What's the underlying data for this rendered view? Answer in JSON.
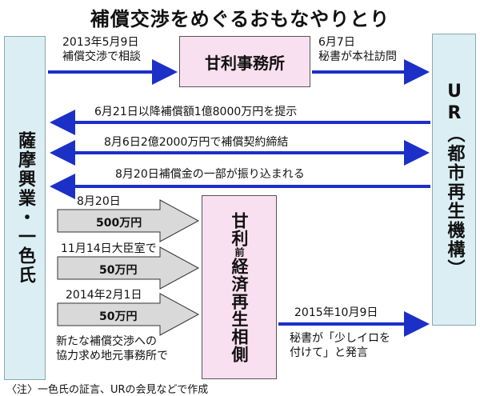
{
  "title": "補償交渉をめぐるおもなやりとり",
  "left_entity": "薩摩興業・一色氏",
  "right_entity": "UR（都市再生機構）",
  "center_top": "甘利事務所",
  "center_bottom": {
    "line1": "甘利",
    "small": "前",
    "line2": "経済再生相側"
  },
  "top_arrows": {
    "left_label_1": "2013年5月9日",
    "left_label_2": "補償交渉で相談",
    "right_label_1": "6月7日",
    "right_label_2": "秘書が本社訪問"
  },
  "ur_arrows": [
    {
      "label": "6月21日以降補償額1億8000万円を提示",
      "direction": "left"
    },
    {
      "label": "8月6日2億2000万円で補償契約締結",
      "direction": "both"
    },
    {
      "label": "8月20日補償金の一部が振り込まれる",
      "direction": "left"
    }
  ],
  "payments": [
    {
      "date": "8月20日",
      "amount": "500万円"
    },
    {
      "date": "11月14日大臣室で",
      "amount": "50万円"
    },
    {
      "date": "2014年2月1日",
      "amount": "50万円"
    }
  ],
  "request_note_1": "新たな補償交渉への",
  "request_note_2": "協力求め地元事務所で",
  "bottom_right": {
    "date": "2015年10月9日",
    "line1": "秘書が「少しイロを",
    "line2": "付けて」と発言"
  },
  "footnote": "〈注〉一色氏の証言、URの会見などで作成",
  "colors": {
    "arrow": "#1c2fc7",
    "side_box": "#dbeef4",
    "center_box": "#f9e0f0",
    "payment_arrow": "#d9d9d9"
  }
}
